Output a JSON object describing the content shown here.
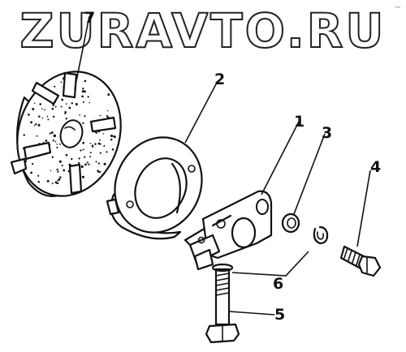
{
  "watermark": {
    "text": "ZURAVTO.RU"
  },
  "corner_mark": "~",
  "callouts": [
    {
      "id": "callout-1",
      "label": "1"
    },
    {
      "id": "callout-2",
      "label": "2"
    },
    {
      "id": "callout-3",
      "label": "3"
    },
    {
      "id": "callout-4",
      "label": "4"
    },
    {
      "id": "callout-5",
      "label": "5"
    },
    {
      "id": "callout-6",
      "label": "6"
    },
    {
      "id": "callout-7",
      "label": "7"
    }
  ],
  "parts": [
    {
      "id": "part-1",
      "callout": "1",
      "kind": "clamp-bracket"
    },
    {
      "id": "part-2",
      "callout": "2",
      "kind": "retaining-ring"
    },
    {
      "id": "part-3",
      "callout": "3",
      "kind": "flat-washer"
    },
    {
      "id": "part-4",
      "callout": "4",
      "kind": "hex-bolt-short"
    },
    {
      "id": "part-5",
      "callout": "5",
      "kind": "hex-bolt-long"
    },
    {
      "id": "part-6",
      "callout": "6",
      "kind": "split-lock-washer"
    },
    {
      "id": "part-7",
      "callout": "7",
      "kind": "friction-disc"
    }
  ]
}
